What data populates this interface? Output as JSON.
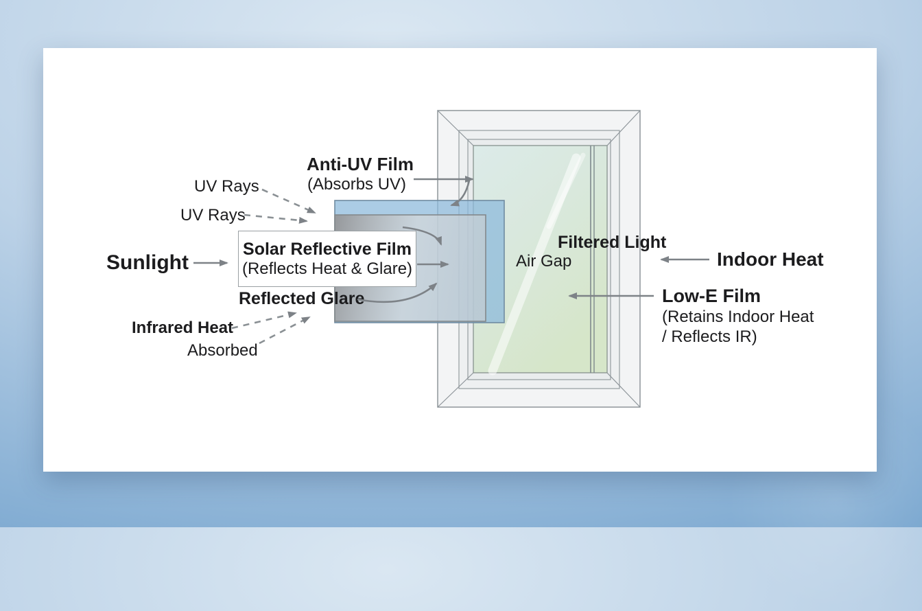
{
  "labels": {
    "sunlight": "Sunlight",
    "uv_rays_1": "UV Rays",
    "uv_rays_2": "UV Rays",
    "anti_uv_title": "Anti-UV Film",
    "anti_uv_sub": "(Absorbs UV)",
    "solar_title": "Solar Reflective Film",
    "solar_sub": "(Reflects Heat & Glare)",
    "reflected_glare": "Reflected Glare",
    "infrared_heat": "Infrared Heat",
    "absorbed": "Absorbed",
    "air_gap": "Air Gap",
    "filtered_light": "Filtered Light",
    "indoor_heat": "Indoor Heat",
    "low_e_title": "Low-E Film",
    "low_e_sub1": "(Retains Indoor Heat",
    "low_e_sub2": "/ Reflects IR)"
  },
  "colors": {
    "background_blue": "#5c93c4",
    "card_white": "#ffffff",
    "film_blue": "#9cc3e0",
    "film_gray": "#b4b6b8",
    "glass_tint": "#d8e7cf",
    "arrow_gray": "#7d8287",
    "text": "#1c1c1e"
  }
}
